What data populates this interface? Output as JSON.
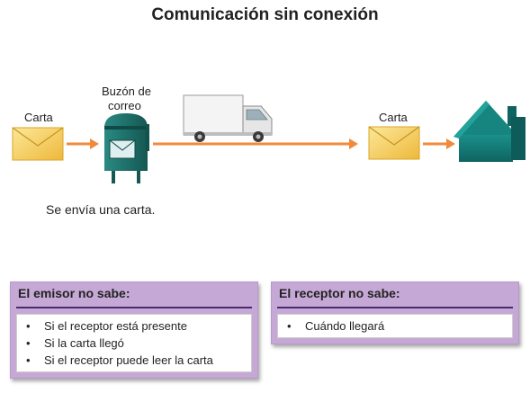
{
  "title": "Comunicación sin conexión",
  "labels": {
    "letter_left": "Carta",
    "mailbox": [
      "Buzón de",
      "correo"
    ],
    "letter_right": "Carta",
    "caption": "Se envía una carta."
  },
  "sender_panel": {
    "heading": "El emisor no sabe:",
    "items": [
      "Si el receptor está presente",
      "Si la carta llegó",
      "Si el receptor puede leer la carta"
    ]
  },
  "receiver_panel": {
    "heading": "El receptor no sabe:",
    "items": [
      "Cuándo llegará"
    ]
  },
  "colors": {
    "arrow": "#f08a3c",
    "envelope": "#f5cf55",
    "mailbox": "#1f6f6a",
    "house": "#127a76",
    "panel": "#c6a8d6"
  }
}
